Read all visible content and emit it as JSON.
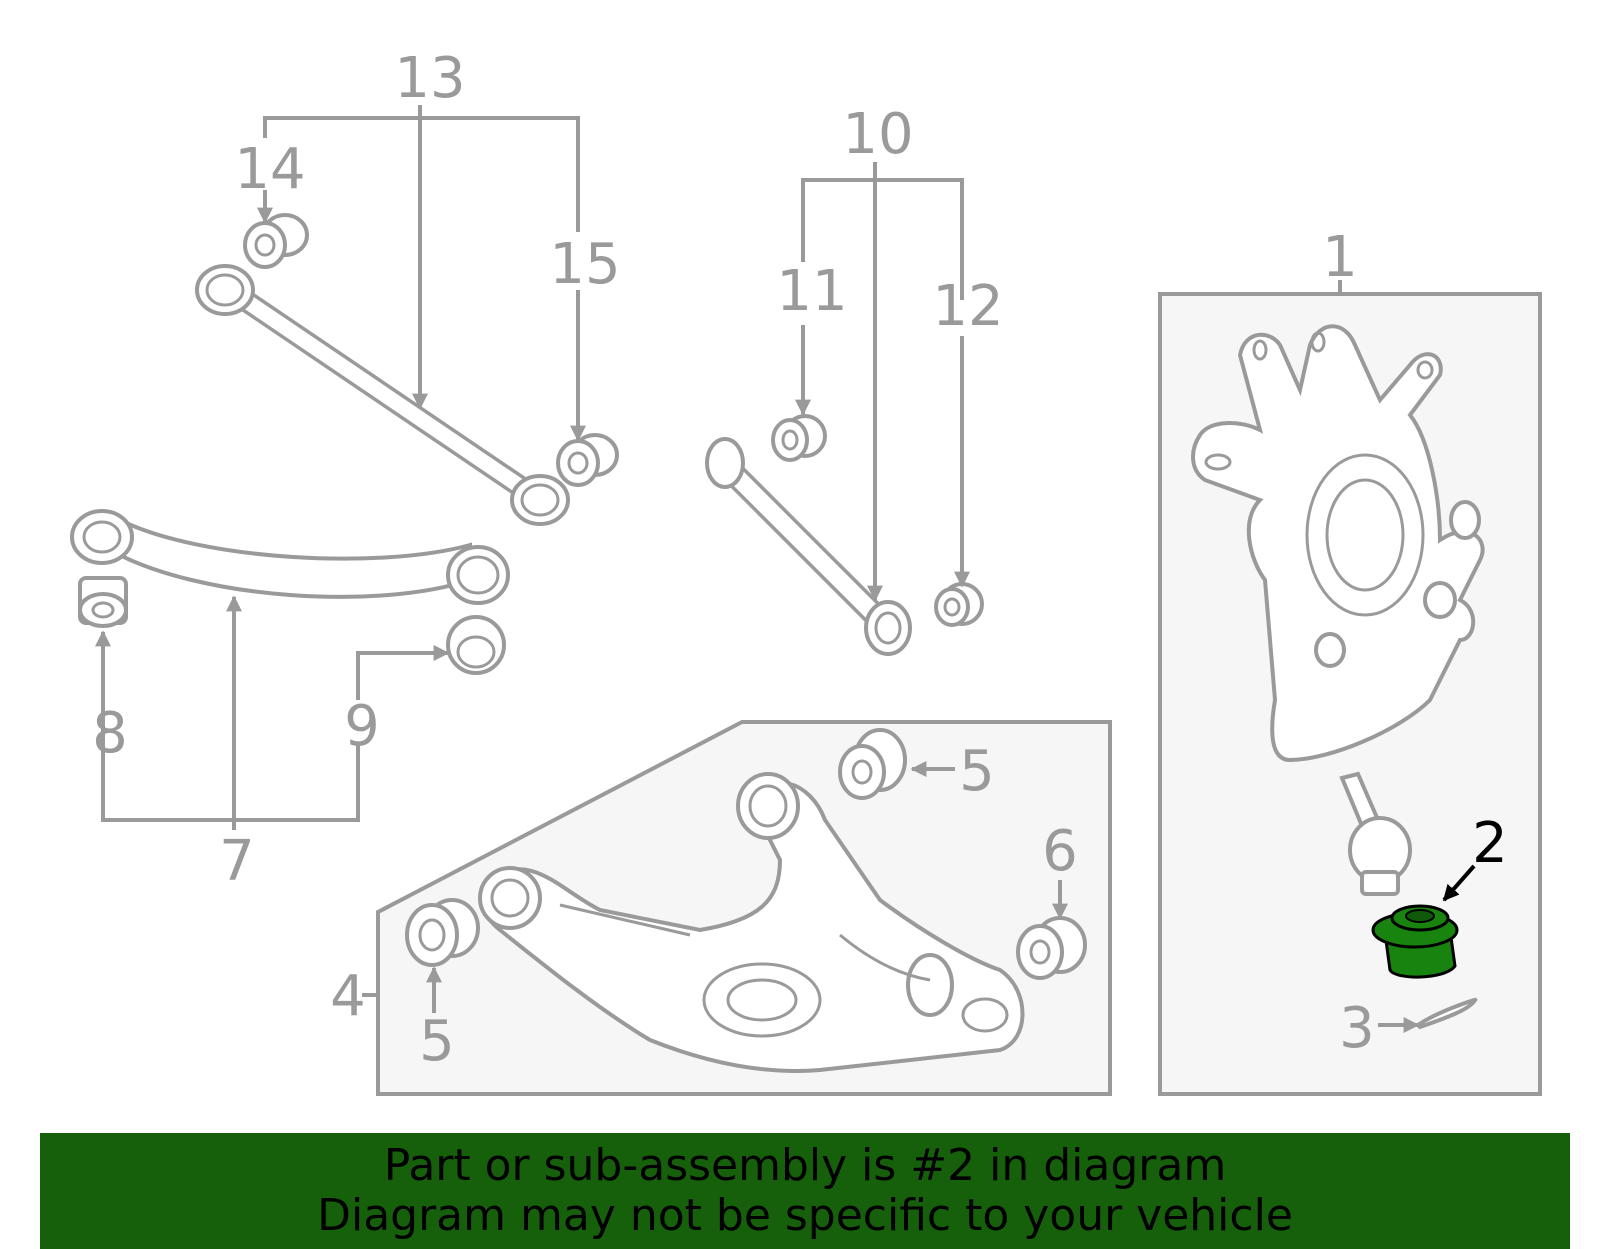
{
  "callouts": {
    "c1": "1",
    "c2": "2",
    "c3": "3",
    "c4": "4",
    "c5a": "5",
    "c5b": "5",
    "c6": "6",
    "c7": "7",
    "c8": "8",
    "c9": "9",
    "c10": "10",
    "c11": "11",
    "c12": "12",
    "c13": "13",
    "c14": "14",
    "c15": "15"
  },
  "highlighted_part": "2",
  "banner": {
    "line1": "Part or sub-assembly is #2 in diagram",
    "line2": "Diagram may not be specific to your vehicle"
  },
  "colors": {
    "banner_bg": "#16600c",
    "highlight_fill": "#18830e",
    "line_gray": "#9a9a9a",
    "box_fill": "#f6f6f6"
  }
}
